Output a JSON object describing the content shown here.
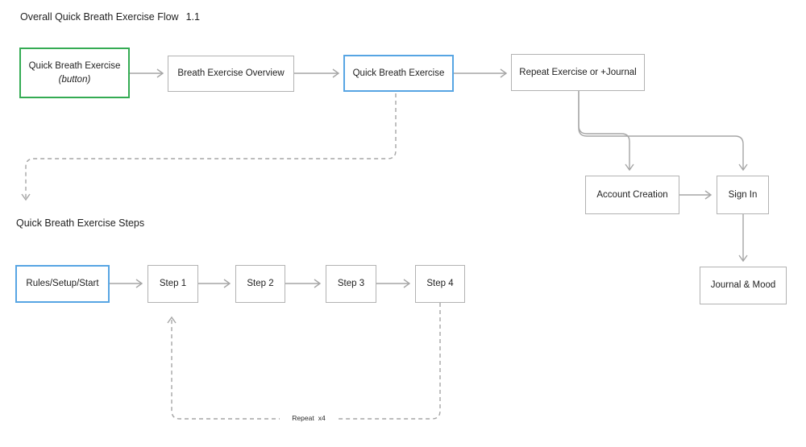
{
  "title": {
    "text": "Overall Quick Breath Exercise Flow",
    "version": "1.1"
  },
  "section_label": "Quick Breath Exercise Steps",
  "colors": {
    "accent_green": "#34ab53",
    "accent_blue": "#57a5e3",
    "line_gray": "#a6a6a6",
    "border_gray": "#b2b2b2",
    "text": "#1f1f1f"
  },
  "nodes": {
    "entry_button": {
      "label": "Quick Breath Exercise",
      "sublabel": "(button)"
    },
    "overview": {
      "label": "Breath Exercise Overview"
    },
    "quick_breath": {
      "label": "Quick Breath Exercise"
    },
    "repeat_or_journal": {
      "label": "Repeat Exercise or +Journal"
    },
    "account_creation": {
      "label": "Account Creation"
    },
    "sign_in": {
      "label": "Sign In"
    },
    "journal_mood": {
      "label": "Journal & Mood"
    },
    "rules_setup_start": {
      "label": "Rules/Setup/Start"
    },
    "step1": {
      "label": "Step 1"
    },
    "step2": {
      "label": "Step 2"
    },
    "step3": {
      "label": "Step 3"
    },
    "step4": {
      "label": "Step 4"
    }
  },
  "annotations": {
    "repeat_text": "Repeat",
    "repeat_count": "x4"
  }
}
